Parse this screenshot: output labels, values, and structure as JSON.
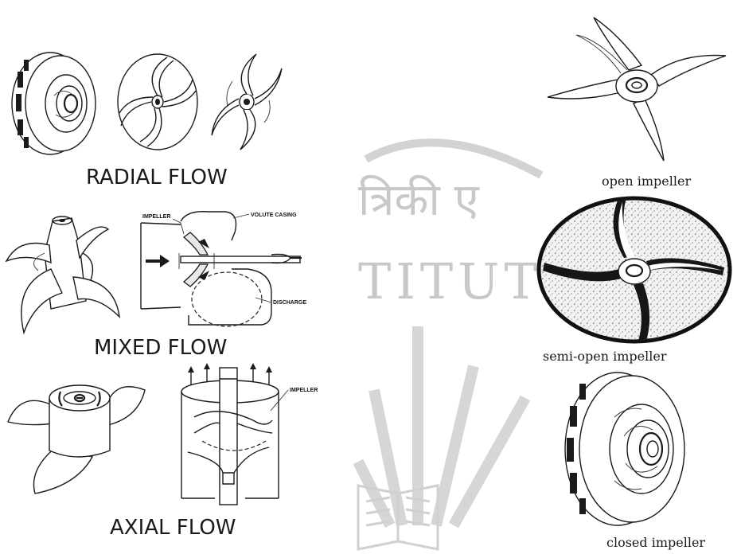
{
  "flow_types": {
    "radial": {
      "label": "RADIAL FLOW"
    },
    "mixed": {
      "label": "MIXED FLOW",
      "callouts": {
        "impeller": "IMPELLER",
        "volute": "VOLUTE CASING",
        "discharge": "DISCHARGE"
      }
    },
    "axial": {
      "label": "AXIAL FLOW",
      "callouts": {
        "impeller": "IMPELLER"
      }
    }
  },
  "impeller_types": [
    {
      "label": "open impeller"
    },
    {
      "label": "semi-open impeller"
    },
    {
      "label": "closed impeller"
    }
  ],
  "watermark": {
    "line1": "त्रिकी ए",
    "line2": "TITUT"
  }
}
